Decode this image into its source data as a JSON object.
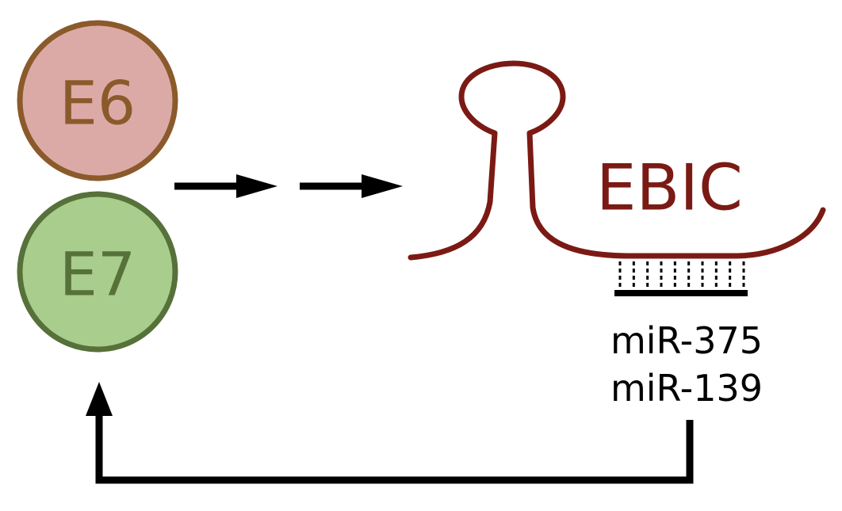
{
  "nodes": {
    "e6": {
      "label": "E6"
    },
    "e7": {
      "label": "E7"
    },
    "ebic": {
      "label": "EBIC"
    },
    "mirnas": [
      "miR-375",
      "miR-139"
    ]
  },
  "colors": {
    "e6_fill": "#dcaaa6",
    "e6_stroke": "#8b5a2b",
    "e6_text": "#8b5a2b",
    "e7_fill": "#a9cd8c",
    "e7_stroke": "#56713a",
    "e7_text": "#56713a",
    "ebic": "#7b1a14",
    "arrow": "#000000",
    "mirna_text": "#000000"
  }
}
